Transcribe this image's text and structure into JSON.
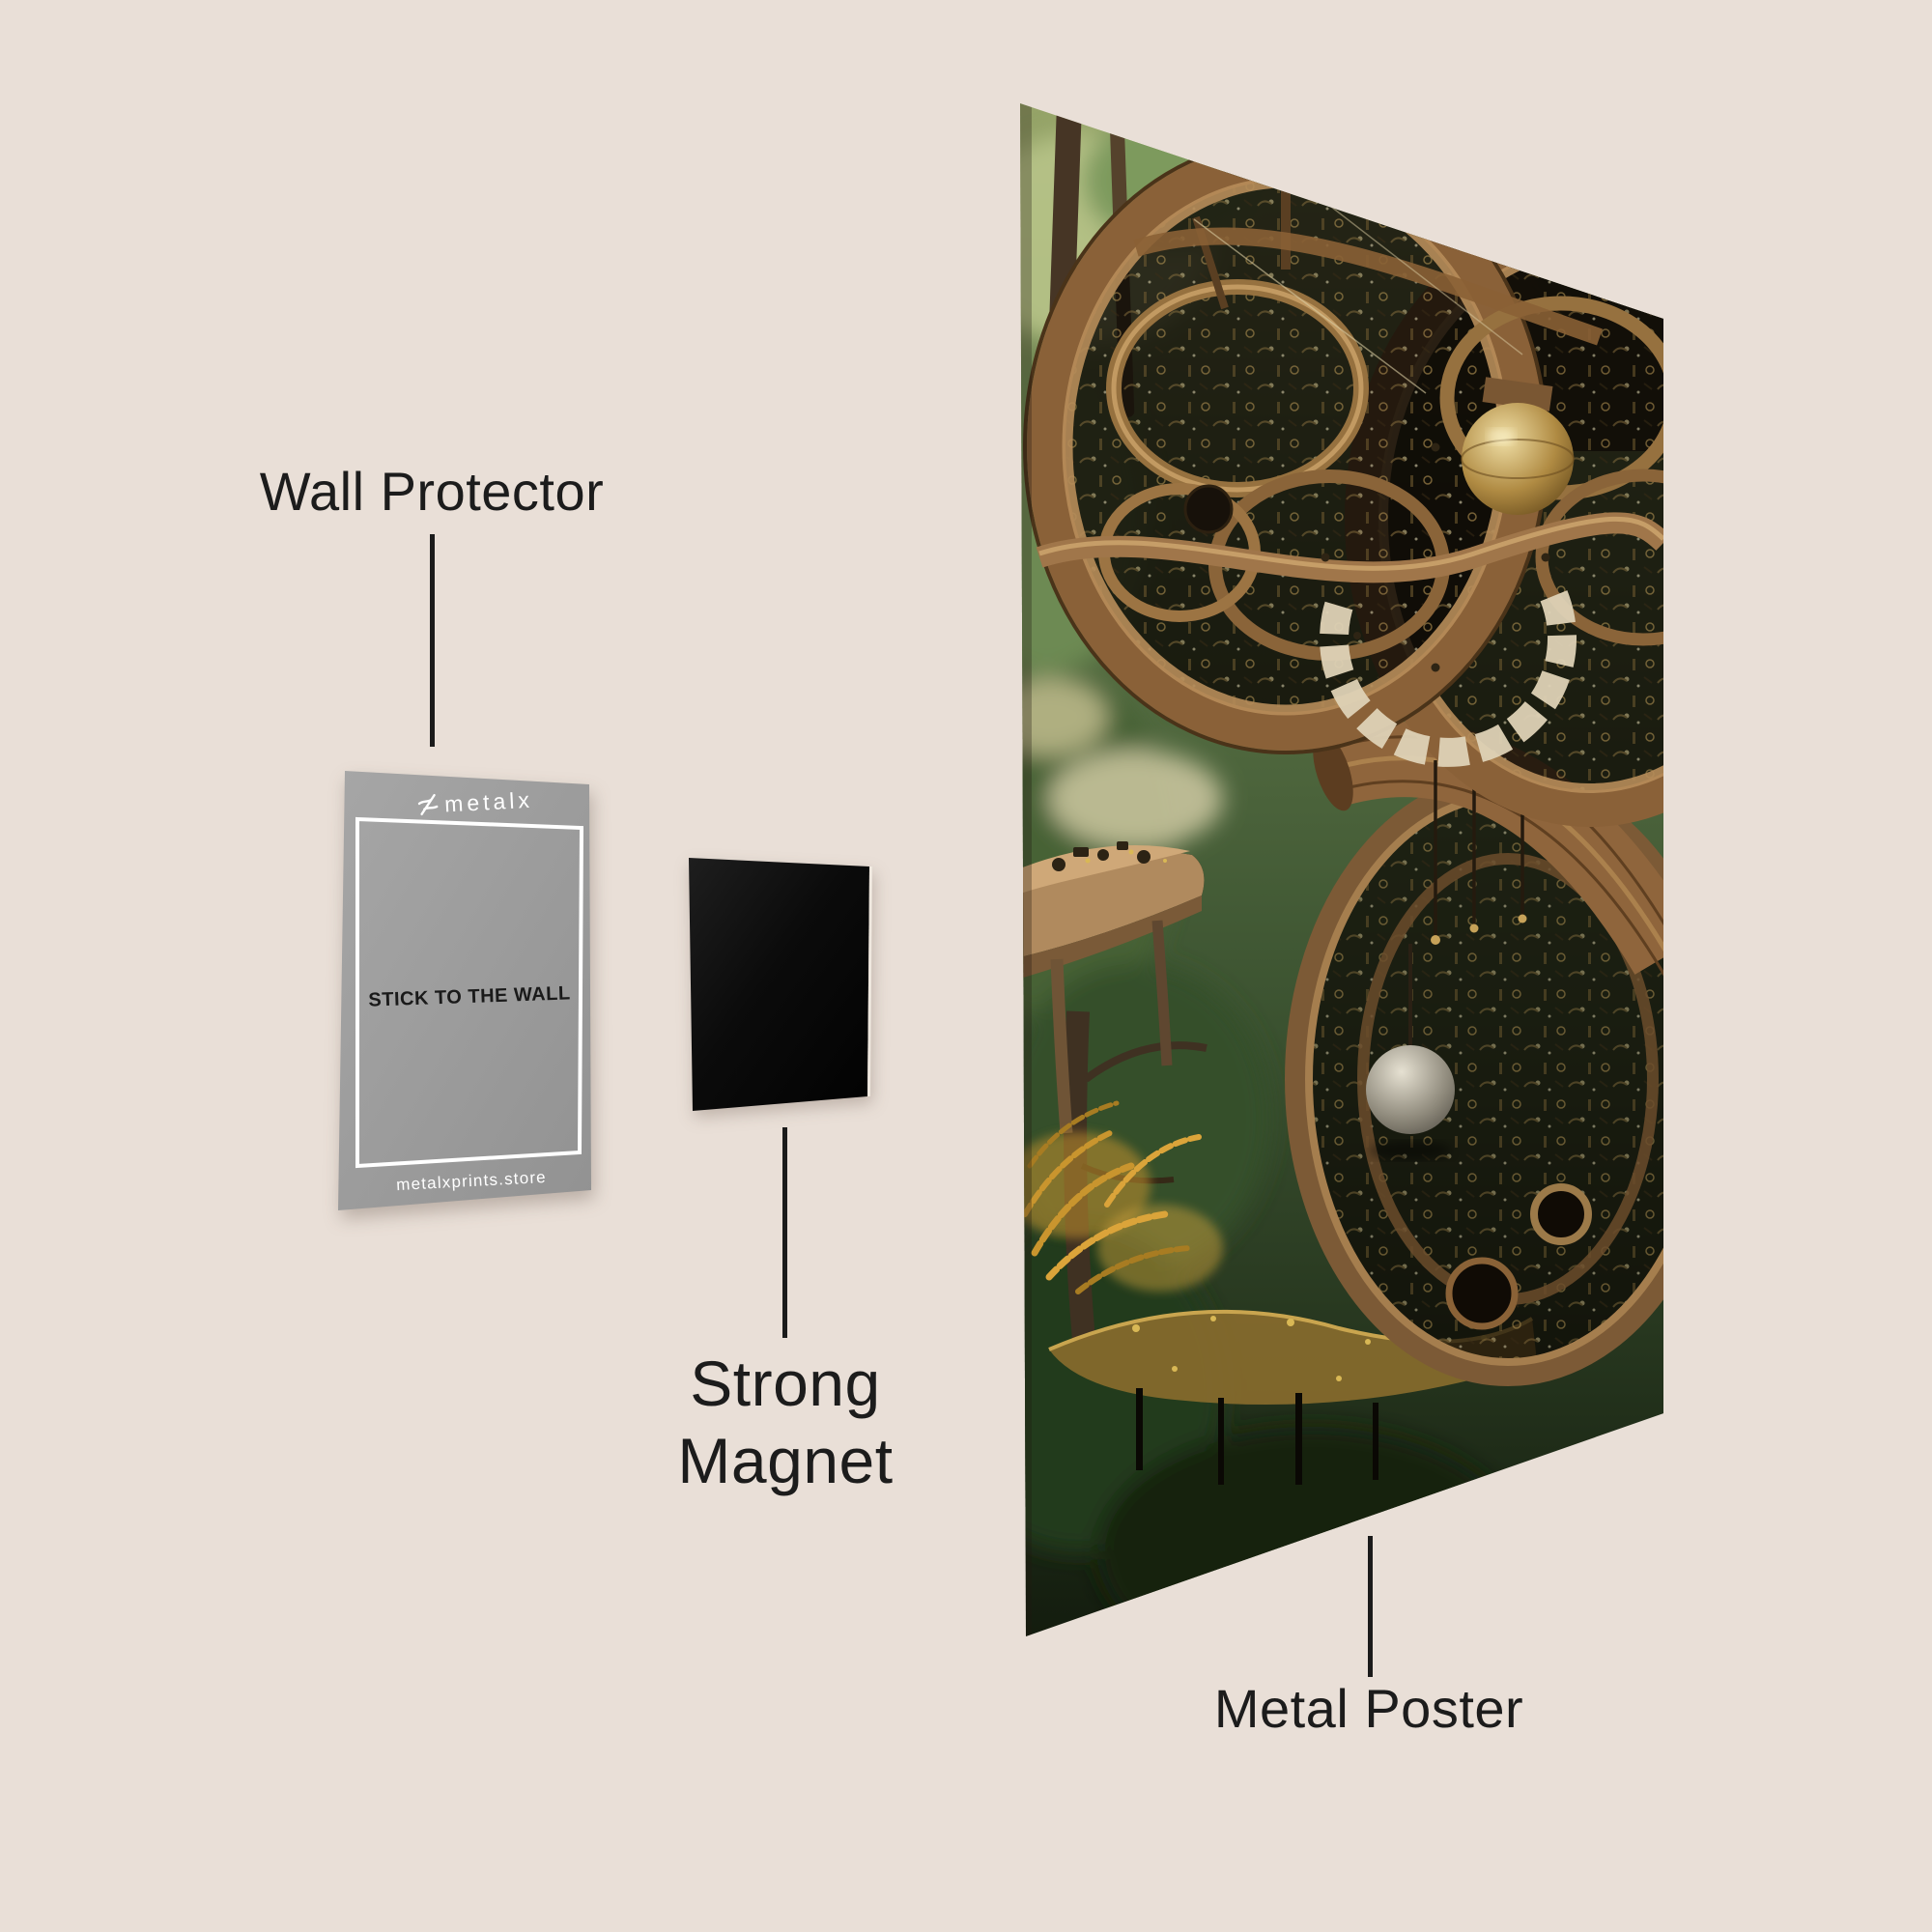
{
  "page": {
    "background_color": "#e9dfd7",
    "label_text_color": "#1c1c1c"
  },
  "annotations": {
    "wall_protector": {
      "label": "Wall Protector"
    },
    "strong_magnet": {
      "label_line1": "Strong",
      "label_line2": "Magnet"
    },
    "metal_poster": {
      "label": "Metal Poster"
    }
  },
  "wall_protector_card": {
    "brand": "metalx",
    "instruction": "STICK TO THE WALL",
    "website": "metalxprints.store",
    "card_color": "#9c9c9c",
    "border_color": "#ffffff",
    "instruction_color": "#1a1a1a"
  },
  "magnet": {
    "color": "#0b0b0b",
    "edge_highlight_color": "#efe8df"
  },
  "poster": {
    "art_colors": {
      "wood": "#8a6138",
      "brass": "#c8a95e",
      "forest_green": "#4f6b3c",
      "fern_orange": "#c9952e",
      "silver_sphere": "#b9b4a6",
      "cream_gear": "#ded2b6"
    }
  }
}
